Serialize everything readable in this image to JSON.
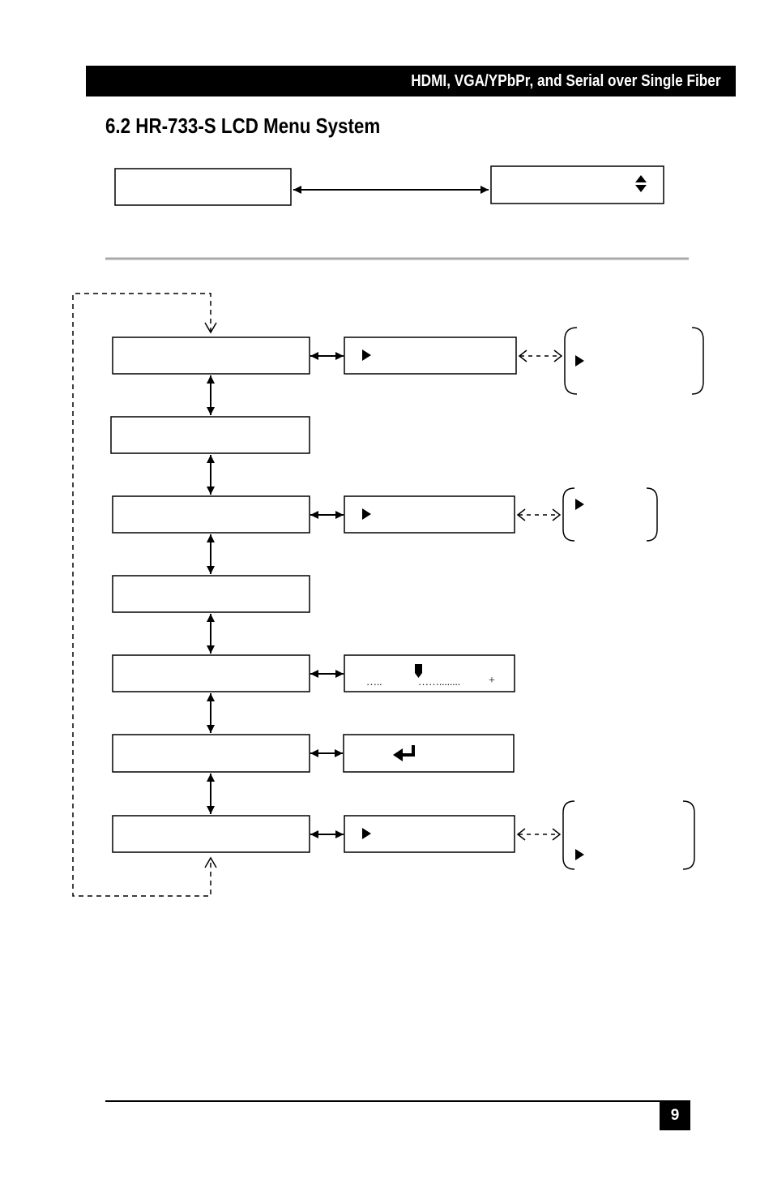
{
  "header": {
    "title": "HDMI, VGA/YPbPr, and Serial over Single Fiber"
  },
  "section": {
    "heading": "6.2 HR-733-S LCD Menu System"
  },
  "diagram": {
    "slider_dots_left": "…..",
    "slider_dots_right": "……........",
    "slider_plus": "+"
  },
  "icons": [
    "up-down-arrow-icon",
    "play-arrow-icon",
    "slider-marker-icon",
    "enter-return-icon"
  ],
  "footer": {
    "page_number": "9"
  }
}
